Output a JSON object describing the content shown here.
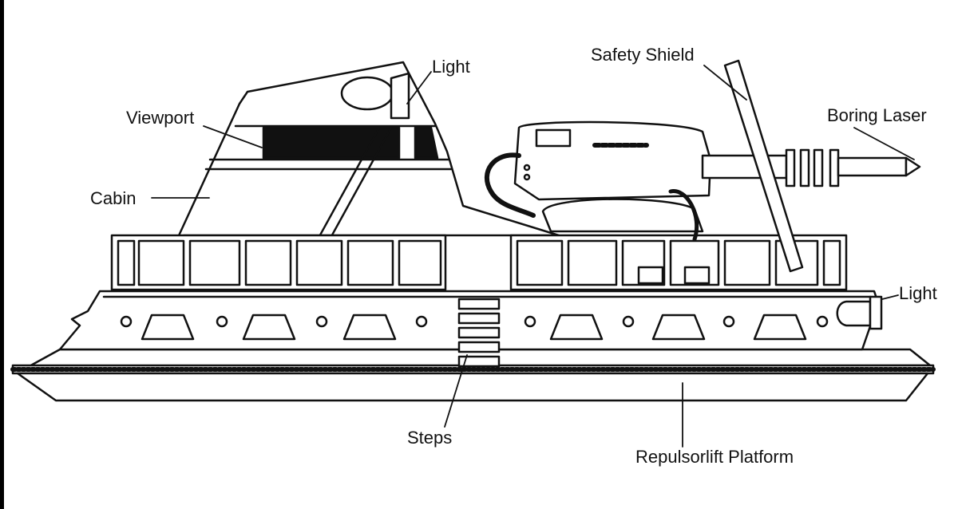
{
  "labels": {
    "light_top": "Light",
    "viewport": "Viewport",
    "cabin": "Cabin",
    "safety_shield": "Safety Shield",
    "boring_laser": "Boring Laser",
    "light_right": "Light",
    "steps": "Steps",
    "repulsorlift_platform": "Repulsorlift Platform"
  },
  "colors": {
    "ink": "#111111",
    "paper": "#ffffff"
  }
}
